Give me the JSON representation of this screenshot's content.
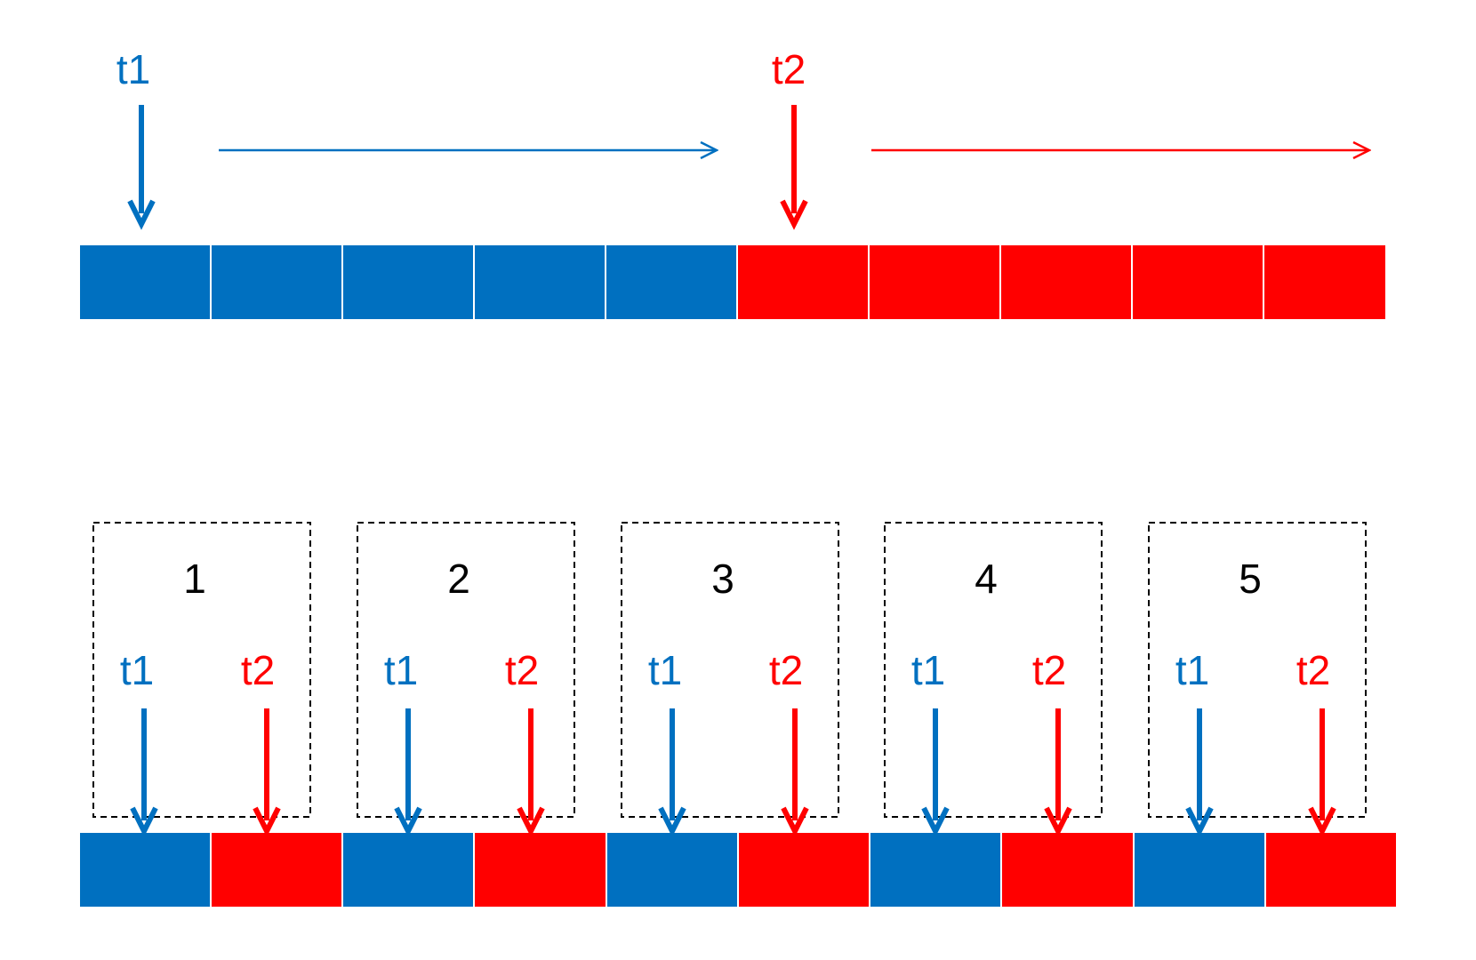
{
  "colors": {
    "blue": "#0070c0",
    "red": "#ff0000",
    "dashed_box": "#000000"
  },
  "top": {
    "t1_label": "t1",
    "t2_label": "t2",
    "cells": [
      "blue",
      "blue",
      "blue",
      "blue",
      "blue",
      "red",
      "red",
      "red",
      "red",
      "red"
    ]
  },
  "bottom": {
    "groups": [
      {
        "number": "1",
        "t1_label": "t1",
        "t2_label": "t2"
      },
      {
        "number": "2",
        "t1_label": "t1",
        "t2_label": "t2"
      },
      {
        "number": "3",
        "t1_label": "t1",
        "t2_label": "t2"
      },
      {
        "number": "4",
        "t1_label": "t1",
        "t2_label": "t2"
      },
      {
        "number": "5",
        "t1_label": "t1",
        "t2_label": "t2"
      }
    ],
    "cells": [
      "blue",
      "red",
      "blue",
      "red",
      "blue",
      "red",
      "blue",
      "red",
      "blue",
      "red"
    ]
  }
}
